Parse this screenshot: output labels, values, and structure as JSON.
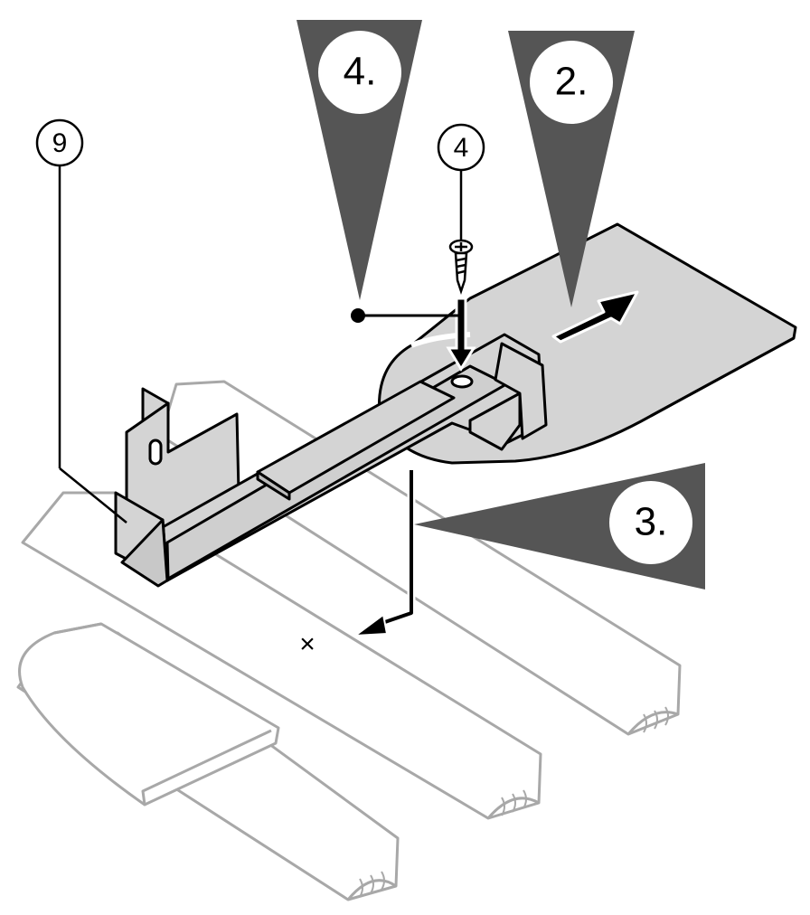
{
  "steps": [
    {
      "id": "step-4",
      "label": "4."
    },
    {
      "id": "step-2",
      "label": "2."
    },
    {
      "id": "step-3",
      "label": "3."
    }
  ],
  "callouts": [
    {
      "id": "part-9",
      "label": "9"
    },
    {
      "id": "part-4",
      "label": "4"
    }
  ],
  "marks": {
    "cross": "×"
  },
  "colors": {
    "pointer": "#555555",
    "part_fill": "#d4d4d4",
    "outline": "#000000",
    "ghost": "#a8a8a8",
    "background": "#ffffff"
  }
}
